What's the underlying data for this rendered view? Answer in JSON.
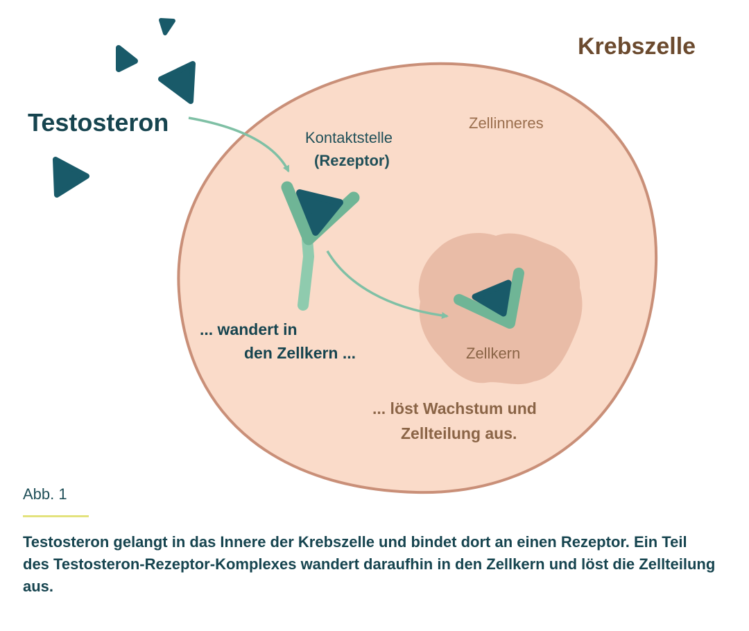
{
  "title": "Krebszelle",
  "labels": {
    "hormone": "Testosteron",
    "contact_line1": "Kontaktstelle",
    "contact_line2": "(Rezeptor)",
    "interior": "Zellinneres",
    "migrates_line1": "... wandert in",
    "migrates_line2": "den Zellkern ...",
    "nucleus": "Zellkern",
    "triggers_line1": "... löst Wachstum und",
    "triggers_line2": "Zellteilung aus."
  },
  "figure_label": "Abb. 1",
  "caption": "Testosteron gelangt in das Innere der Krebszelle und bindet dort an einen Rezeptor. Ein Teil des Testosteron-Rezeptor-Komplexes wandert daraufhin in den Zellkern und löst die Zellteilung aus.",
  "colors": {
    "cell_fill": "#fadbc9",
    "cell_border": "#c98f78",
    "nucleus_fill": "#e9bca7",
    "hormone": "#195a69",
    "receptor": "#8fcbae",
    "receptor_dark": "#6fb596",
    "arrow": "#7fc0a5",
    "accent_line": "#e3e27d"
  }
}
